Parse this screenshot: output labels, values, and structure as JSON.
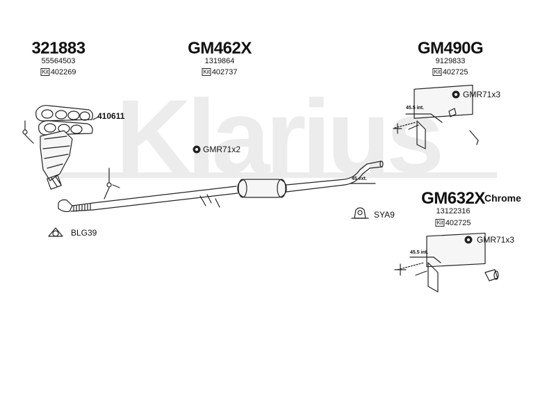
{
  "watermark": "Klarius",
  "parts": [
    {
      "part_number": "321883",
      "ref": "55564503",
      "kit_label": "Kit",
      "kit_number": "402269"
    },
    {
      "part_number": "GM462X",
      "ref": "1319864",
      "kit_label": "Kit",
      "kit_number": "402737"
    },
    {
      "part_number": "GM490G",
      "ref": "9129833",
      "kit_label": "Kit",
      "kit_number": "402725"
    },
    {
      "part_number": "GM632X",
      "suffix": "Chrome",
      "ref": "13122316",
      "kit_label": "Kit",
      "kit_number": "402725"
    }
  ],
  "callouts": {
    "gasket_set": "410611",
    "clamp_mid": "GMR71x2",
    "clamp_rear_top": "GMR71x3",
    "clamp_rear_bottom": "GMR71x3",
    "flange_gasket": "BLG39",
    "mounting": "SYA9"
  },
  "dimensions": {
    "rear_top_int": "45.5 int.",
    "mid_ext": "45 ext.",
    "rear_bottom_int": "45.5 int."
  },
  "colors": {
    "watermark": "#ececec",
    "line": "#222222"
  }
}
